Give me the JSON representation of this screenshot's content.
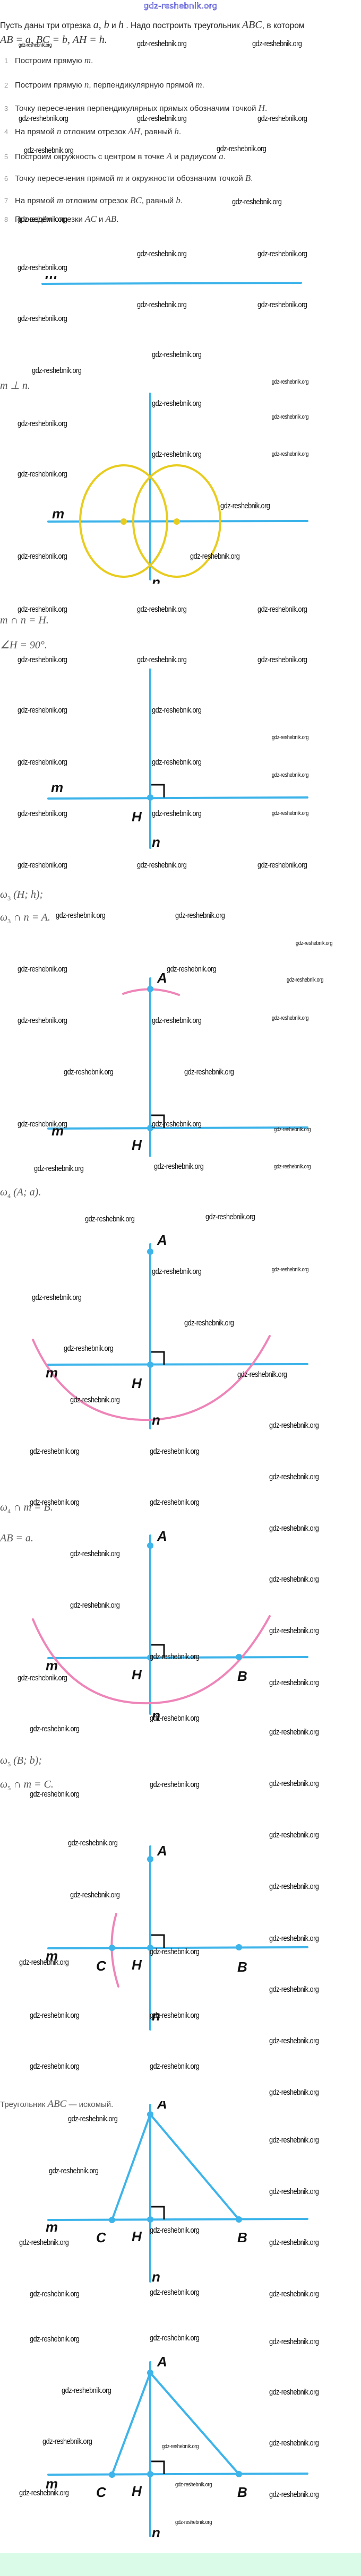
{
  "header": {
    "watermark": "gdz-reshebnik.org"
  },
  "intro": {
    "line1_prefix": "Пусть даны три отрезка ",
    "line1_vars": "a, b",
    "line1_and": " и ",
    "line1_h": "h",
    "line1_mid": " . Надо построить треугольник ",
    "line1_abc": "ABC",
    "line1_suffix": ", в котором",
    "line2": "AB = a, BC = b, AH = h."
  },
  "steps": [
    {
      "num": "1",
      "text": "Построим прямую ",
      "math": "m",
      "tail": "."
    },
    {
      "num": "2",
      "text": "Построим прямую ",
      "math": "n",
      "tail": ", перпендикулярную прямой ",
      "math2": "m",
      "tail2": "."
    },
    {
      "num": "3",
      "text": "Точку пересечения перпендикулярных прямых обозначим точкой ",
      "math": "H",
      "tail": "."
    },
    {
      "num": "4",
      "text": "На прямой ",
      "math": "n",
      "tail": " отложим отрезок ",
      "math2": "AH",
      "tail2": ", равный ",
      "math3": "h",
      "tail3": "."
    },
    {
      "num": "5",
      "text": "Построим окружность с центром в точке ",
      "math": "A",
      "tail": " и радиусом ",
      "math2": "a",
      "tail2": "."
    },
    {
      "num": "6",
      "text": "Точку пересечения прямой ",
      "math": "m",
      "tail": " и окружности обозначим точкой ",
      "math2": "B",
      "tail2": "."
    },
    {
      "num": "7",
      "text": "На прямой ",
      "math": "m",
      "tail": " отложим отрезок ",
      "math2": "BC",
      "tail2": ", равный ",
      "math3": "b",
      "tail3": "."
    },
    {
      "num": "8",
      "text": "Проведём отрезки ",
      "math": "AC",
      "tail": " и ",
      "math2": "AB",
      "tail2": "."
    }
  ],
  "formulas": {
    "perp": "m ⊥ n.",
    "intersect_H": "m ∩ n = H.",
    "angle_H": "∠H = 90°.",
    "omega3": {
      "sym": "ω",
      "sub": "3",
      "rest": " (H; h);"
    },
    "omega3_A": {
      "sym": "ω",
      "sub": "3",
      "rest": " ∩ n = A."
    },
    "omega4": {
      "sym": "ω",
      "sub": "4",
      "rest": " (A; a)."
    },
    "omega4_B": {
      "sym": "ω",
      "sub": "4",
      "rest": " ∩ m = B."
    },
    "AB_eq": "AB = a.",
    "omega5": {
      "sym": "ω",
      "sub": "5",
      "rest": " (B; b);"
    },
    "omega5_C": {
      "sym": "ω",
      "sub": "5",
      "rest": " ∩ m = C."
    }
  },
  "conclusion": {
    "prefix": "Треугольник ",
    "math": "ABC",
    "suffix": " — искомый."
  },
  "figure_labels": {
    "m": "m",
    "n": "n",
    "H": "H",
    "A": "A",
    "B": "B",
    "C": "C"
  },
  "colors": {
    "line": "#3db4ea",
    "circle_yellow": "#e8cc1e",
    "arc_pink": "#ee85b8",
    "footer": "#dbfbe9",
    "header_watermark": "#3a3ad0"
  },
  "watermark": "gdz-reshebnik.org"
}
